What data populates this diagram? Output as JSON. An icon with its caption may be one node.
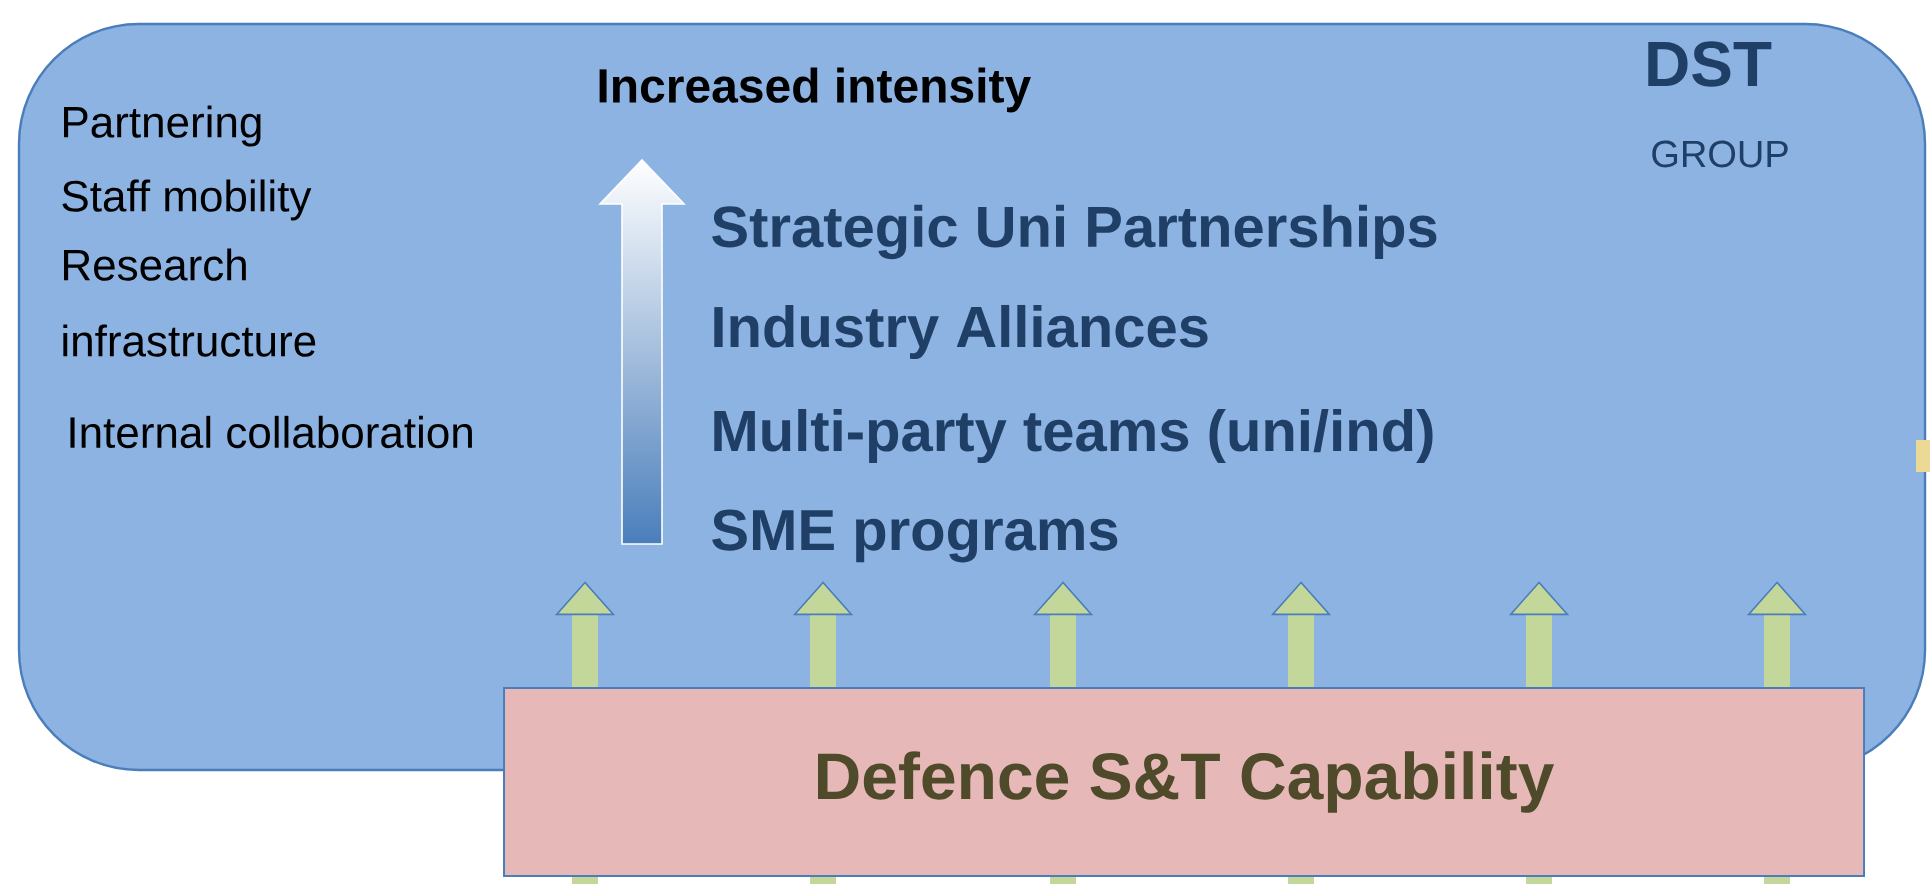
{
  "diagram": {
    "nodes": [
      {
        "text": [
          "DST",
          "GROUP"
        ]
      },
      {
        "text": [
          "Defence S&T Capability"
        ]
      }
    ],
    "edges": [
      {
        "from": 1,
        "to": 0,
        "arrow": "to"
      },
      {
        "from": 1,
        "to": 0,
        "arrow": "to"
      },
      {
        "from": 1,
        "to": 0,
        "arrow": "to"
      },
      {
        "from": 1,
        "to": 0,
        "arrow": "to"
      },
      {
        "from": 1,
        "to": 0,
        "arrow": "to"
      },
      {
        "from": 1,
        "to": 0,
        "arrow": "to"
      },
      {
        "from": null,
        "to": 1,
        "arrow": "none"
      },
      {
        "from": null,
        "to": 1,
        "arrow": "none"
      },
      {
        "from": null,
        "to": 1,
        "arrow": "none"
      },
      {
        "from": null,
        "to": 1,
        "arrow": "none"
      },
      {
        "from": null,
        "to": 1,
        "arrow": "none"
      },
      {
        "from": null,
        "to": 1,
        "arrow": "none"
      }
    ],
    "labels": [
      "Increased intensity",
      "Partnering",
      "Staff mobility",
      "Research infrastructure",
      "Internal collaboration",
      "Strategic Uni Partnerships",
      "Industry Alliances",
      "Multi-party teams (uni/ind)",
      "SME programs"
    ]
  }
}
